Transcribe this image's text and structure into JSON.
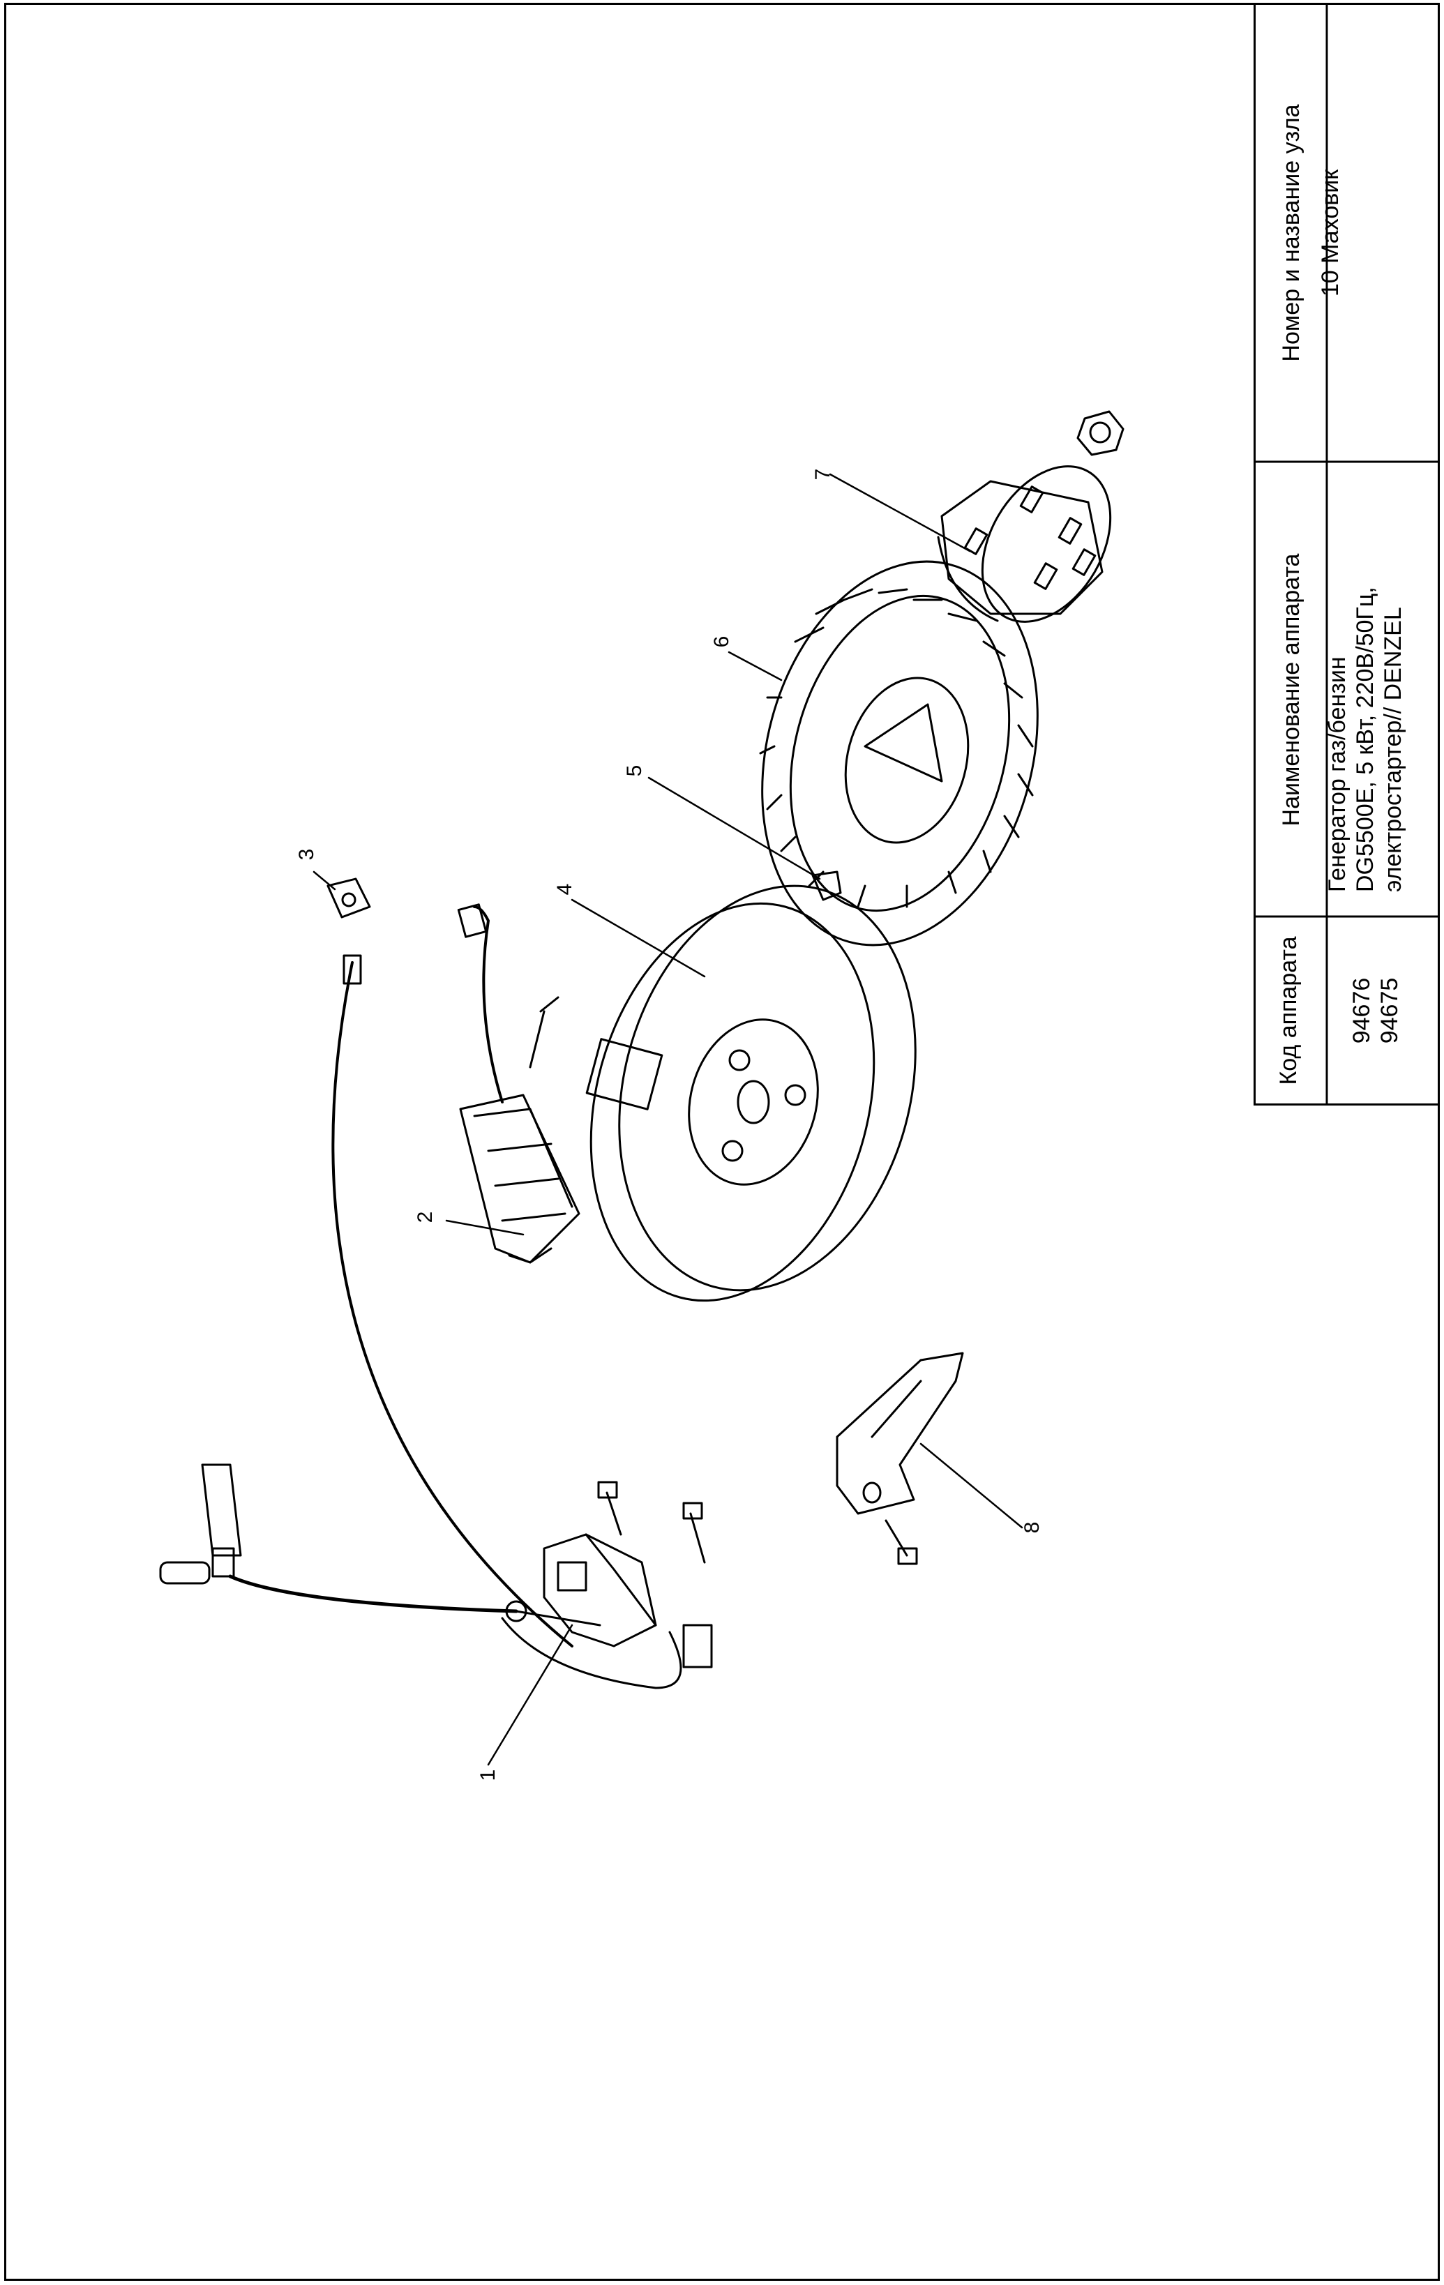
{
  "title_block": {
    "headers": {
      "code": "Код аппарата",
      "name": "Наименование аппарата",
      "node": "Номер и название узла"
    },
    "codes": [
      "94676",
      "94675"
    ],
    "device_name_lines": [
      "Генератор газ/бензин",
      "DG5500E, 5 кВт, 220В/50Гц,",
      "электростартер// DENZEL"
    ],
    "node": "10 Маховик"
  },
  "callouts": [
    "1",
    "2",
    "3",
    "4",
    "5",
    "6",
    "7",
    "8"
  ]
}
